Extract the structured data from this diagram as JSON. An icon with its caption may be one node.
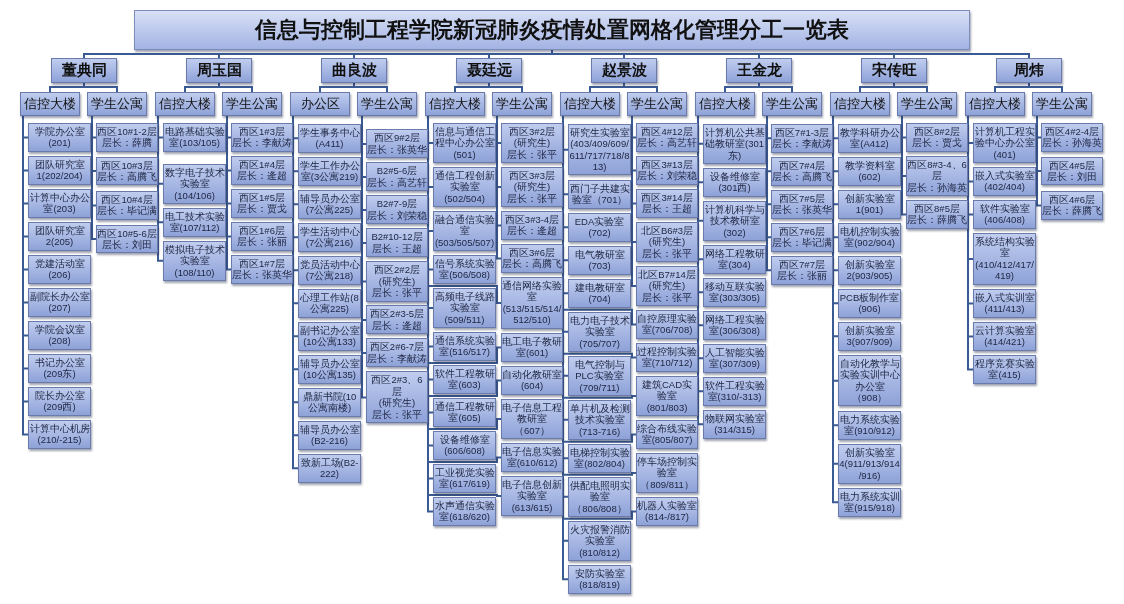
{
  "diagram": {
    "nodes": [
      {
        "text": [
          "信息与控制工程学院新冠肺炎疫情处置网格化管理分工一览表"
        ]
      },
      {
        "text": [
          "董典同"
        ]
      },
      {
        "text": [
          "周玉国"
        ]
      },
      {
        "text": [
          "曲良波"
        ]
      },
      {
        "text": [
          "聂廷远"
        ]
      },
      {
        "text": [
          "赵景波"
        ]
      },
      {
        "text": [
          "王金龙"
        ]
      },
      {
        "text": [
          "宋传旺"
        ]
      },
      {
        "text": [
          "周炜"
        ]
      },
      {
        "text": [
          "信控大楼"
        ]
      },
      {
        "text": [
          "学生公寓"
        ]
      },
      {
        "text": [
          "信控大楼"
        ]
      },
      {
        "text": [
          "学生公寓"
        ]
      },
      {
        "text": [
          "办公区"
        ]
      },
      {
        "text": [
          "学生公寓"
        ]
      },
      {
        "text": [
          "信控大楼"
        ]
      },
      {
        "text": [
          "学生公寓"
        ]
      },
      {
        "text": [
          "信控大楼"
        ]
      },
      {
        "text": [
          "学生公寓"
        ]
      },
      {
        "text": [
          "信控大楼"
        ]
      },
      {
        "text": [
          "学生公寓"
        ]
      },
      {
        "text": [
          "信控大楼"
        ]
      },
      {
        "text": [
          "学生公寓"
        ]
      },
      {
        "text": [
          "信控大楼"
        ]
      },
      {
        "text": [
          "学生公寓"
        ]
      },
      {
        "text": [
          "学院办公室(201)"
        ]
      },
      {
        "text": [
          "团队研究室1(202/204)"
        ]
      },
      {
        "text": [
          "计算中心办公室(203)"
        ]
      },
      {
        "text": [
          "团队研究室2(205)"
        ]
      },
      {
        "text": [
          "党建活动室(206)"
        ]
      },
      {
        "text": [
          "副院长办公室(207)"
        ]
      },
      {
        "text": [
          "学院会议室(208)"
        ]
      },
      {
        "text": [
          "书记办公室(209东)"
        ]
      },
      {
        "text": [
          "院长办公室(209西)"
        ]
      },
      {
        "text": [
          "计算中心机房(210/-215)"
        ]
      },
      {
        "text": [
          "西区10#1-2层",
          "层长：薛腾"
        ]
      },
      {
        "text": [
          "西区10#3层",
          "层长：高腾飞"
        ]
      },
      {
        "text": [
          "西区10#4层",
          "层长：毕记满"
        ]
      },
      {
        "text": [
          "西区10#5-6层",
          "层长：刘田"
        ]
      },
      {
        "text": [
          "电路基础实验室(103/105)"
        ]
      },
      {
        "text": [
          "数字电子技术实验室(104/106)"
        ]
      },
      {
        "text": [
          "电工技术实验室(107/112)"
        ]
      },
      {
        "text": [
          "模拟电子技术实验室(108/110)"
        ]
      },
      {
        "text": [
          "西区1#3层",
          "层长：李献涛"
        ]
      },
      {
        "text": [
          "西区1#4层",
          "层长：逄超"
        ]
      },
      {
        "text": [
          "西区1#5层",
          "层长：贾戈"
        ]
      },
      {
        "text": [
          "西区1#6层",
          "层长：张丽"
        ]
      },
      {
        "text": [
          "西区1#7层",
          "层长：张英华"
        ]
      },
      {
        "text": [
          "学生事务中心(A411)"
        ]
      },
      {
        "text": [
          "学生工作办公室(3公寓219)"
        ]
      },
      {
        "text": [
          "辅导员办公室(7公寓225)"
        ]
      },
      {
        "text": [
          "学生活动中心(7公寓216)"
        ]
      },
      {
        "text": [
          "党员活动中心(7公寓218)"
        ]
      },
      {
        "text": [
          "心理工作站(8公寓225)"
        ]
      },
      {
        "text": [
          "副书记办公室(10公寓133)"
        ]
      },
      {
        "text": [
          "辅导员办公室(10公寓135)"
        ]
      },
      {
        "text": [
          "鼎新书院(10公寓南楼)"
        ]
      },
      {
        "text": [
          "辅导员办公室(B2-216)"
        ]
      },
      {
        "text": [
          "致新工场(B2-222)"
        ]
      },
      {
        "text": [
          "西区9#2层",
          "层长：张英华"
        ]
      },
      {
        "text": [
          "B2#5-6层",
          "层长：高艺轩"
        ]
      },
      {
        "text": [
          "B2#7-9层",
          "层长：刘荣稳"
        ]
      },
      {
        "text": [
          "B2#10-12层",
          "层长：王超"
        ]
      },
      {
        "text": [
          "西区2#2层",
          "(研究生)",
          "层长：张平"
        ]
      },
      {
        "text": [
          "西区2#3-5层",
          "层长：逄超"
        ]
      },
      {
        "text": [
          "西区2#6-7层",
          "层长：李献涛"
        ]
      },
      {
        "text": [
          "西区2#3、6层",
          "(研究生)",
          "层长：张平"
        ]
      },
      {
        "text": [
          "信息与通信工程中心办公室(501)"
        ]
      },
      {
        "text": [
          "通信工程创新实验室(502/504)"
        ]
      },
      {
        "text": [
          "融合通信实验室(503/505/507)"
        ]
      },
      {
        "text": [
          "信号系统实验室(506/508)"
        ]
      },
      {
        "text": [
          "高频电子线路实验室(509/511)"
        ]
      },
      {
        "text": [
          "通信网络实验室(513/515/514/512/510)"
        ]
      },
      {
        "text": [
          "通信系统实验室(516/517)"
        ]
      },
      {
        "text": [
          "电工电子教研室(601)"
        ]
      },
      {
        "text": [
          "软件工程教研室(603)"
        ]
      },
      {
        "text": [
          "自动化教研室(604)"
        ]
      },
      {
        "text": [
          "通信工程教研室(605)"
        ]
      },
      {
        "text": [
          "电子信息工程教研室（607）"
        ]
      },
      {
        "text": [
          "设备维修室(606/608)"
        ]
      },
      {
        "text": [
          "电子信息实验室(610/612)"
        ]
      },
      {
        "text": [
          "工业视觉实验室(617/619)"
        ]
      },
      {
        "text": [
          "电子信息创新实验室(613/615)"
        ]
      },
      {
        "text": [
          "水声通信实验室(618/620)"
        ]
      },
      {
        "text": [
          "西区3#2层",
          "(研究生)",
          "层长：张平"
        ]
      },
      {
        "text": [
          "西区3#3层",
          "(研究生)",
          "层长：张平"
        ]
      },
      {
        "text": [
          "西区3#3-4层",
          "层长：逄超"
        ]
      },
      {
        "text": [
          "西区3#6层",
          "层长：高腾飞"
        ]
      },
      {
        "text": [
          "研究生实验室(403/409/609/611/717/718/813)"
        ]
      },
      {
        "text": [
          "西门子共建实验室（701）"
        ]
      },
      {
        "text": [
          "EDA实验室(702)"
        ]
      },
      {
        "text": [
          "电气教研室(703)"
        ]
      },
      {
        "text": [
          "建电教研室(704)"
        ]
      },
      {
        "text": [
          "电力电子技术实验室(705/707)"
        ]
      },
      {
        "text": [
          "自控原理实验室(706/708)"
        ]
      },
      {
        "text": [
          "电气控制与PLC实验室(709/711)"
        ]
      },
      {
        "text": [
          "过程控制实验室(710/712)"
        ]
      },
      {
        "text": [
          "单片机及检测技术实验室(713-716)"
        ]
      },
      {
        "text": [
          "建筑CAD实验室(801/803)"
        ]
      },
      {
        "text": [
          "电梯控制实验室(802/804)"
        ]
      },
      {
        "text": [
          "综合布线实验室(805/807)"
        ]
      },
      {
        "text": [
          "供配电照明实验室（806/808）"
        ]
      },
      {
        "text": [
          "停车场控制实验室（809/811）"
        ]
      },
      {
        "text": [
          "火灾报警消防实验室(810/812)"
        ]
      },
      {
        "text": [
          "机器人实验室(814-/817)"
        ]
      },
      {
        "text": [
          "安防实验室(818/819)"
        ]
      },
      {
        "text": [
          "西区4#12层",
          "层长：高艺轩"
        ]
      },
      {
        "text": [
          "西区3#13层",
          "层长：刘荣稳"
        ]
      },
      {
        "text": [
          "西区3#14层",
          "层长：王超"
        ]
      },
      {
        "text": [
          "北区B6#3层",
          "(研究生)",
          "层长：张平"
        ]
      },
      {
        "text": [
          "北区B7#14层",
          "(研究生)",
          "层长：张平"
        ]
      },
      {
        "text": [
          "计算机公共基础教研室(301东)"
        ]
      },
      {
        "text": [
          "设备维修室(301西)"
        ]
      },
      {
        "text": [
          "计算机科学与技术教研室(302)"
        ]
      },
      {
        "text": [
          "网络工程教研室(304)"
        ]
      },
      {
        "text": [
          "移动互联实验室(303/305)"
        ]
      },
      {
        "text": [
          "网络工程实验室(306/308)"
        ]
      },
      {
        "text": [
          "人工智能实验室(307/309)"
        ]
      },
      {
        "text": [
          "软件工程实验室(310/-313)"
        ]
      },
      {
        "text": [
          "物联网实验室(314/315)"
        ]
      },
      {
        "text": [
          "西区7#1-3层",
          "层长：李献涛"
        ]
      },
      {
        "text": [
          "西区7#4层",
          "层长：高腾飞"
        ]
      },
      {
        "text": [
          "西区7#5层",
          "层长：张英华"
        ]
      },
      {
        "text": [
          "西区7#6层",
          "层长：毕记满"
        ]
      },
      {
        "text": [
          "西区7#7层",
          "层长：张丽"
        ]
      },
      {
        "text": [
          "教学科研办公室(A412)"
        ]
      },
      {
        "text": [
          "教学资料室(602)"
        ]
      },
      {
        "text": [
          "创新实验室1(901)"
        ]
      },
      {
        "text": [
          "电机控制实验室(902/904)"
        ]
      },
      {
        "text": [
          "创新实验室2(903/905)"
        ]
      },
      {
        "text": [
          "PCB板制作室(906)"
        ]
      },
      {
        "text": [
          "创新实验室3(907/909)"
        ]
      },
      {
        "text": [
          "自动化教学与实验实训中心办公室（908）"
        ]
      },
      {
        "text": [
          "电力系统实验室(910/912)"
        ]
      },
      {
        "text": [
          "创新实验室4(911/913/914/916)"
        ]
      },
      {
        "text": [
          "电力系统实训室(915/918)"
        ]
      },
      {
        "text": [
          "西区8#2层",
          "层长：贾戈"
        ]
      },
      {
        "text": [
          "西区8#3-4、6层",
          "层长：孙海英"
        ]
      },
      {
        "text": [
          "西区8#5层",
          "层长：薛腾飞"
        ]
      },
      {
        "text": [
          "计算机工程实验中心办公室(401)"
        ]
      },
      {
        "text": [
          "嵌入式实验室(402/404)"
        ]
      },
      {
        "text": [
          "软件实验室(406/408)"
        ]
      },
      {
        "text": [
          "系统结构实验室(410/412/417/419)"
        ]
      },
      {
        "text": [
          "嵌入式实训室(411/413)"
        ]
      },
      {
        "text": [
          "云计算实验室(414/421)"
        ]
      },
      {
        "text": [
          "程序竞赛实验室(415)"
        ]
      },
      {
        "text": [
          "西区4#2-4层",
          "层长：孙海英"
        ]
      },
      {
        "text": [
          "西区4#5层",
          "层长：刘田"
        ]
      },
      {
        "text": [
          "西区4#6层",
          "层长：薛腾飞"
        ]
      }
    ],
    "edges": [
      {
        "from": 0,
        "to": 1,
        "arrow": "none"
      },
      {
        "from": 0,
        "to": 2,
        "arrow": "none"
      },
      {
        "from": 0,
        "to": 3,
        "arrow": "none"
      },
      {
        "from": 0,
        "to": 4,
        "arrow": "none"
      },
      {
        "from": 0,
        "to": 5,
        "arrow": "none"
      },
      {
        "from": 0,
        "to": 6,
        "arrow": "none"
      },
      {
        "from": 0,
        "to": 7,
        "arrow": "none"
      },
      {
        "from": 0,
        "to": 8,
        "arrow": "none"
      },
      {
        "from": 1,
        "to": 9,
        "arrow": "none"
      },
      {
        "from": 1,
        "to": 10,
        "arrow": "none"
      },
      {
        "from": 2,
        "to": 11,
        "arrow": "none"
      },
      {
        "from": 2,
        "to": 12,
        "arrow": "none"
      },
      {
        "from": 3,
        "to": 13,
        "arrow": "none"
      },
      {
        "from": 3,
        "to": 14,
        "arrow": "none"
      },
      {
        "from": 4,
        "to": 15,
        "arrow": "none"
      },
      {
        "from": 4,
        "to": 16,
        "arrow": "none"
      },
      {
        "from": 5,
        "to": 17,
        "arrow": "none"
      },
      {
        "from": 5,
        "to": 18,
        "arrow": "none"
      },
      {
        "from": 6,
        "to": 19,
        "arrow": "none"
      },
      {
        "from": 6,
        "to": 20,
        "arrow": "none"
      },
      {
        "from": 7,
        "to": 21,
        "arrow": "none"
      },
      {
        "from": 7,
        "to": 22,
        "arrow": "none"
      },
      {
        "from": 8,
        "to": 23,
        "arrow": "none"
      },
      {
        "from": 8,
        "to": 24,
        "arrow": "none"
      },
      {
        "from": 9,
        "to": 25,
        "arrow": "none"
      },
      {
        "from": 9,
        "to": 26,
        "arrow": "none"
      },
      {
        "from": 9,
        "to": 27,
        "arrow": "none"
      },
      {
        "from": 9,
        "to": 28,
        "arrow": "none"
      },
      {
        "from": 9,
        "to": 29,
        "arrow": "none"
      },
      {
        "from": 9,
        "to": 30,
        "arrow": "none"
      },
      {
        "from": 9,
        "to": 31,
        "arrow": "none"
      },
      {
        "from": 9,
        "to": 32,
        "arrow": "none"
      },
      {
        "from": 9,
        "to": 33,
        "arrow": "none"
      },
      {
        "from": 9,
        "to": 34,
        "arrow": "none"
      },
      {
        "from": 10,
        "to": 35,
        "arrow": "none"
      },
      {
        "from": 10,
        "to": 36,
        "arrow": "none"
      },
      {
        "from": 10,
        "to": 37,
        "arrow": "none"
      },
      {
        "from": 10,
        "to": 38,
        "arrow": "none"
      },
      {
        "from": 11,
        "to": 39,
        "arrow": "none"
      },
      {
        "from": 11,
        "to": 40,
        "arrow": "none"
      },
      {
        "from": 11,
        "to": 41,
        "arrow": "none"
      },
      {
        "from": 11,
        "to": 42,
        "arrow": "none"
      },
      {
        "from": 12,
        "to": 43,
        "arrow": "none"
      },
      {
        "from": 12,
        "to": 44,
        "arrow": "none"
      },
      {
        "from": 12,
        "to": 45,
        "arrow": "none"
      },
      {
        "from": 12,
        "to": 46,
        "arrow": "none"
      },
      {
        "from": 12,
        "to": 47,
        "arrow": "none"
      },
      {
        "from": 13,
        "to": 48,
        "arrow": "none"
      },
      {
        "from": 13,
        "to": 49,
        "arrow": "none"
      },
      {
        "from": 13,
        "to": 50,
        "arrow": "none"
      },
      {
        "from": 13,
        "to": 51,
        "arrow": "none"
      },
      {
        "from": 13,
        "to": 52,
        "arrow": "none"
      },
      {
        "from": 13,
        "to": 53,
        "arrow": "none"
      },
      {
        "from": 13,
        "to": 54,
        "arrow": "none"
      },
      {
        "from": 13,
        "to": 55,
        "arrow": "none"
      },
      {
        "from": 13,
        "to": 56,
        "arrow": "none"
      },
      {
        "from": 13,
        "to": 57,
        "arrow": "none"
      },
      {
        "from": 13,
        "to": 58,
        "arrow": "none"
      },
      {
        "from": 14,
        "to": 59,
        "arrow": "none"
      },
      {
        "from": 14,
        "to": 60,
        "arrow": "none"
      },
      {
        "from": 14,
        "to": 61,
        "arrow": "none"
      },
      {
        "from": 14,
        "to": 62,
        "arrow": "none"
      },
      {
        "from": 14,
        "to": 63,
        "arrow": "none"
      },
      {
        "from": 14,
        "to": 64,
        "arrow": "none"
      },
      {
        "from": 14,
        "to": 65,
        "arrow": "none"
      },
      {
        "from": 14,
        "to": 66,
        "arrow": "none"
      },
      {
        "from": 15,
        "to": 67,
        "arrow": "none"
      },
      {
        "from": 15,
        "to": 68,
        "arrow": "none"
      },
      {
        "from": 15,
        "to": 69,
        "arrow": "none"
      },
      {
        "from": 15,
        "to": 70,
        "arrow": "none"
      },
      {
        "from": 15,
        "to": 71,
        "arrow": "none"
      },
      {
        "from": 15,
        "to": 72,
        "arrow": "none"
      },
      {
        "from": 15,
        "to": 73,
        "arrow": "none"
      },
      {
        "from": 15,
        "to": 74,
        "arrow": "none"
      },
      {
        "from": 15,
        "to": 75,
        "arrow": "none"
      },
      {
        "from": 15,
        "to": 76,
        "arrow": "none"
      },
      {
        "from": 15,
        "to": 77,
        "arrow": "none"
      },
      {
        "from": 15,
        "to": 78,
        "arrow": "none"
      },
      {
        "from": 15,
        "to": 79,
        "arrow": "none"
      },
      {
        "from": 15,
        "to": 80,
        "arrow": "none"
      },
      {
        "from": 15,
        "to": 81,
        "arrow": "none"
      },
      {
        "from": 15,
        "to": 82,
        "arrow": "none"
      },
      {
        "from": 15,
        "to": 83,
        "arrow": "none"
      },
      {
        "from": 16,
        "to": 84,
        "arrow": "none"
      },
      {
        "from": 16,
        "to": 85,
        "arrow": "none"
      },
      {
        "from": 16,
        "to": 86,
        "arrow": "none"
      },
      {
        "from": 16,
        "to": 87,
        "arrow": "none"
      },
      {
        "from": 17,
        "to": 88,
        "arrow": "none"
      },
      {
        "from": 17,
        "to": 89,
        "arrow": "none"
      },
      {
        "from": 17,
        "to": 90,
        "arrow": "none"
      },
      {
        "from": 17,
        "to": 91,
        "arrow": "none"
      },
      {
        "from": 17,
        "to": 92,
        "arrow": "none"
      },
      {
        "from": 17,
        "to": 93,
        "arrow": "none"
      },
      {
        "from": 17,
        "to": 94,
        "arrow": "none"
      },
      {
        "from": 17,
        "to": 95,
        "arrow": "none"
      },
      {
        "from": 17,
        "to": 96,
        "arrow": "none"
      },
      {
        "from": 17,
        "to": 97,
        "arrow": "none"
      },
      {
        "from": 17,
        "to": 98,
        "arrow": "none"
      },
      {
        "from": 17,
        "to": 99,
        "arrow": "none"
      },
      {
        "from": 17,
        "to": 100,
        "arrow": "none"
      },
      {
        "from": 17,
        "to": 101,
        "arrow": "none"
      },
      {
        "from": 17,
        "to": 102,
        "arrow": "none"
      },
      {
        "from": 17,
        "to": 103,
        "arrow": "none"
      },
      {
        "from": 17,
        "to": 104,
        "arrow": "none"
      },
      {
        "from": 17,
        "to": 105,
        "arrow": "none"
      },
      {
        "from": 18,
        "to": 106,
        "arrow": "none"
      },
      {
        "from": 18,
        "to": 107,
        "arrow": "none"
      },
      {
        "from": 18,
        "to": 108,
        "arrow": "none"
      },
      {
        "from": 18,
        "to": 109,
        "arrow": "none"
      },
      {
        "from": 18,
        "to": 110,
        "arrow": "none"
      },
      {
        "from": 19,
        "to": 111,
        "arrow": "none"
      },
      {
        "from": 19,
        "to": 112,
        "arrow": "none"
      },
      {
        "from": 19,
        "to": 113,
        "arrow": "none"
      },
      {
        "from": 19,
        "to": 114,
        "arrow": "none"
      },
      {
        "from": 19,
        "to": 115,
        "arrow": "none"
      },
      {
        "from": 19,
        "to": 116,
        "arrow": "none"
      },
      {
        "from": 19,
        "to": 117,
        "arrow": "none"
      },
      {
        "from": 19,
        "to": 118,
        "arrow": "none"
      },
      {
        "from": 19,
        "to": 119,
        "arrow": "none"
      },
      {
        "from": 20,
        "to": 120,
        "arrow": "none"
      },
      {
        "from": 20,
        "to": 121,
        "arrow": "none"
      },
      {
        "from": 20,
        "to": 122,
        "arrow": "none"
      },
      {
        "from": 20,
        "to": 123,
        "arrow": "none"
      },
      {
        "from": 20,
        "to": 124,
        "arrow": "none"
      },
      {
        "from": 21,
        "to": 125,
        "arrow": "none"
      },
      {
        "from": 21,
        "to": 126,
        "arrow": "none"
      },
      {
        "from": 21,
        "to": 127,
        "arrow": "none"
      },
      {
        "from": 21,
        "to": 128,
        "arrow": "none"
      },
      {
        "from": 21,
        "to": 129,
        "arrow": "none"
      },
      {
        "from": 21,
        "to": 130,
        "arrow": "none"
      },
      {
        "from": 21,
        "to": 131,
        "arrow": "none"
      },
      {
        "from": 21,
        "to": 132,
        "arrow": "none"
      },
      {
        "from": 21,
        "to": 133,
        "arrow": "none"
      },
      {
        "from": 21,
        "to": 134,
        "arrow": "none"
      },
      {
        "from": 21,
        "to": 135,
        "arrow": "none"
      },
      {
        "from": 22,
        "to": 136,
        "arrow": "none"
      },
      {
        "from": 22,
        "to": 137,
        "arrow": "none"
      },
      {
        "from": 22,
        "to": 138,
        "arrow": "none"
      },
      {
        "from": 23,
        "to": 139,
        "arrow": "none"
      },
      {
        "from": 23,
        "to": 140,
        "arrow": "none"
      },
      {
        "from": 23,
        "to": 141,
        "arrow": "none"
      },
      {
        "from": 23,
        "to": 142,
        "arrow": "none"
      },
      {
        "from": 23,
        "to": 143,
        "arrow": "none"
      },
      {
        "from": 23,
        "to": 144,
        "arrow": "none"
      },
      {
        "from": 23,
        "to": 145,
        "arrow": "none"
      },
      {
        "from": 24,
        "to": 146,
        "arrow": "none"
      },
      {
        "from": 24,
        "to": 147,
        "arrow": "none"
      },
      {
        "from": 24,
        "to": 148,
        "arrow": "none"
      }
    ]
  }
}
